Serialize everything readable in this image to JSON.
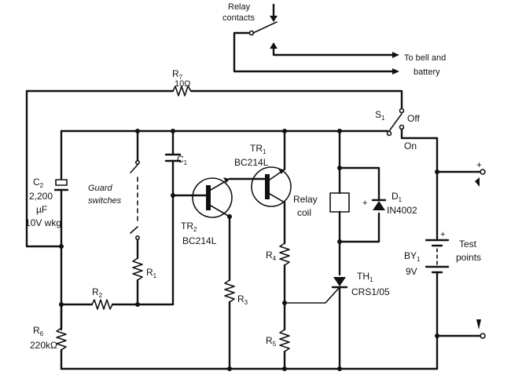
{
  "labels": {
    "relay_contacts_line1": "Relay",
    "relay_contacts_line2": "contacts",
    "to_bell_line1": "To bell and",
    "to_bell_line2": "battery",
    "r7_name": "R",
    "r7_sub": "7",
    "r7_value": "10Ω",
    "s1_name": "S",
    "s1_sub": "1",
    "off": "Off",
    "on": "On",
    "c2_name": "C",
    "c2_sub": "2",
    "c2_value1": "2,200",
    "c2_value2": "µF",
    "c2_value3": "10V wkg",
    "guard_line1": "Guard",
    "guard_line2": "switches",
    "c1_name": "C",
    "c1_sub": "1",
    "r1_name": "R",
    "r1_sub": "1",
    "r2_name": "R",
    "r2_sub": "2",
    "r6_name": "R",
    "r6_sub": "6",
    "r6_value": "220kΩ",
    "tr1_name": "TR",
    "tr1_sub": "1",
    "tr1_type": "BC214L",
    "tr2_name": "TR",
    "tr2_sub": "2",
    "tr2_type": "BC214L",
    "r3_name": "R",
    "r3_sub": "3",
    "relay_coil_line1": "Relay",
    "relay_coil_line2": "coil",
    "d1_name": "D",
    "d1_sub": "1",
    "d1_type": "IN4002",
    "r4_name": "R",
    "r4_sub": "4",
    "r5_name": "R",
    "r5_sub": "5",
    "th1_name": "TH",
    "th1_sub": "1",
    "th1_type": "CRS1/05",
    "by1_name": "BY",
    "by1_sub": "1",
    "by1_value": "9V",
    "plus": "+",
    "plus_small": "+",
    "test_line1": "Test",
    "test_line2": "points"
  }
}
